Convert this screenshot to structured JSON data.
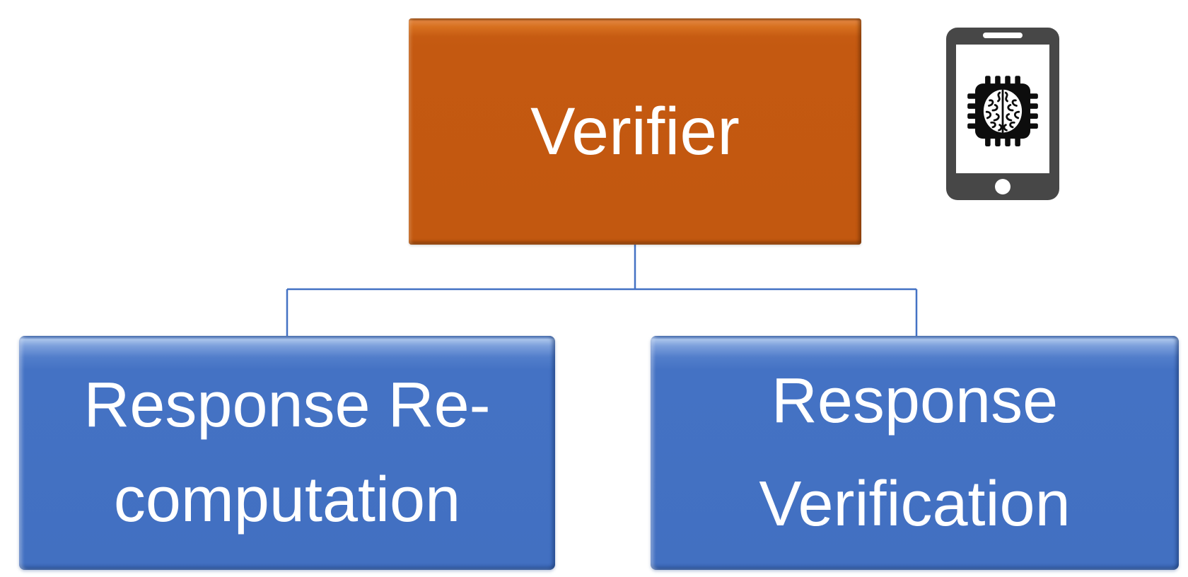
{
  "diagram": {
    "type": "hierarchy",
    "root": {
      "label": "Verifier"
    },
    "children": [
      {
        "id": "response-recomputation",
        "label": "Response Re-computation",
        "line1": "Response Re-",
        "line2": "computation"
      },
      {
        "id": "response-verification",
        "label": "Response Verification",
        "line1": "Response",
        "line2": "Verification"
      }
    ]
  },
  "icons": {
    "smartphone_ai_chip": "smartphone-with-ai-brain-chip-icon"
  },
  "colors": {
    "root_fill": "#C45911",
    "child_fill": "#4472C4",
    "connector": "#4472C4",
    "text": "#FFFFFF",
    "phone_body": "#474747",
    "chip": "#0D0D0D",
    "background": "#FFFFFF"
  }
}
